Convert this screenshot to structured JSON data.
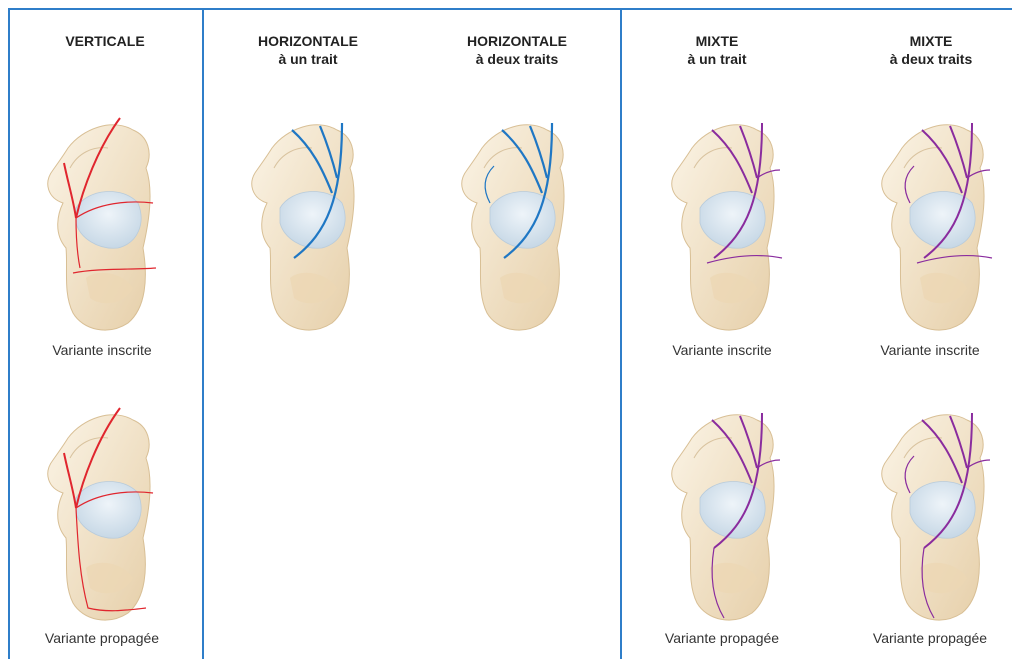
{
  "columns": [
    {
      "title": "VERTICALE",
      "subtitle": ""
    },
    {
      "title": "HORIZONTALE",
      "subtitle": "à un trait"
    },
    {
      "title": "HORIZONTALE",
      "subtitle": "à deux traits"
    },
    {
      "title": "MIXTE",
      "subtitle": "à un trait"
    },
    {
      "title": "MIXTE",
      "subtitle": "à deux traits"
    }
  ],
  "captions": {
    "inscrite": "Variante inscrite",
    "propagee": "Variante propagée"
  },
  "colors": {
    "frame": "#2f7ec9",
    "verticale": "#e0262e",
    "horizontale": "#1f77c4",
    "mixte": "#8a2c9e",
    "bone_fill": "#f7ecd7",
    "bone_shadow": "#e2c9a2",
    "articular": "#d7e4ef"
  }
}
